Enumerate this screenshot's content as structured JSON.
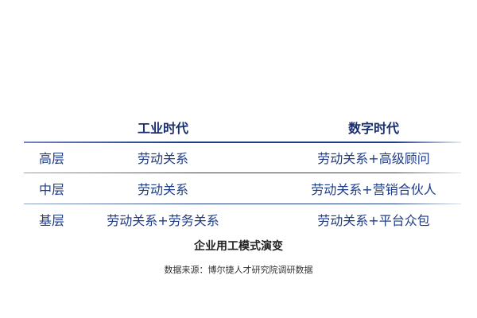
{
  "table": {
    "headers": [
      "",
      "工业时代",
      "数字时代"
    ],
    "rows": [
      {
        "level": "高层",
        "industrial": "劳动关系",
        "digital": "劳动关系+高级顾问"
      },
      {
        "level": "中层",
        "industrial": "劳动关系",
        "digital": "劳动关系+营销合伙人"
      },
      {
        "level": "基层",
        "industrial": "劳动关系+劳务关系",
        "digital": "劳动关系+平台众包"
      }
    ]
  },
  "caption": "企业用工模式演变",
  "source": "数据来源：博尔捷人才研究院调研数据",
  "colors": {
    "text_blue": "#1f3c88",
    "header_blue": "#1a2f6e",
    "line_blue": "#1f3c88",
    "caption": "#222222"
  }
}
